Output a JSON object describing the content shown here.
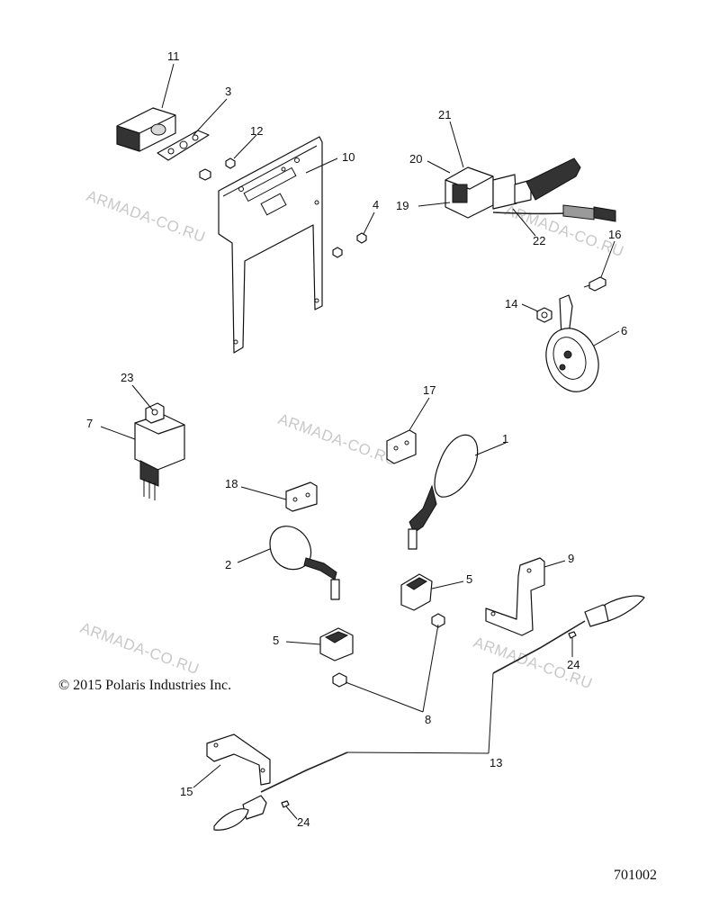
{
  "watermarks": [
    "ARMADA-CO.RU",
    "ARMADA-CO.RU",
    "ARMADA-CO.RU",
    "ARMADA-CO.RU",
    "ARMADA-CO.RU"
  ],
  "copyright": "© 2015 Polaris Industries Inc.",
  "figure_number": "701002",
  "callouts": {
    "c1": "1",
    "c2": "2",
    "c3": "3",
    "c4": "4",
    "c5a": "5",
    "c5b": "5",
    "c6": "6",
    "c7": "7",
    "c8": "8",
    "c9": "9",
    "c10": "10",
    "c11": "11",
    "c12": "12",
    "c13": "13",
    "c14": "14",
    "c15": "15",
    "c16": "16",
    "c17": "17",
    "c18": "18",
    "c19": "19",
    "c20": "20",
    "c21": "21",
    "c22": "22",
    "c23": "23",
    "c24a": "24",
    "c24b": "24"
  }
}
